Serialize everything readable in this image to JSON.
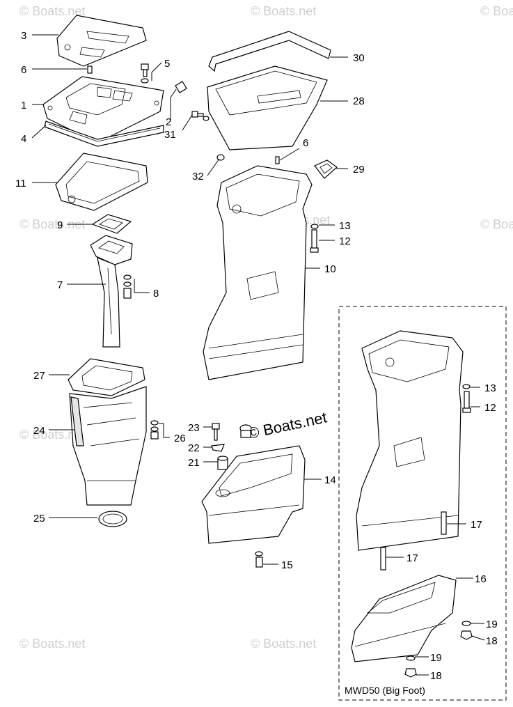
{
  "watermark": {
    "text": "© Boats.net",
    "center_text": "© Boats.net"
  },
  "callouts": {
    "c1": "1",
    "c2": "2",
    "c3": "3",
    "c4": "4",
    "c5": "5",
    "c6a": "6",
    "c6b": "6",
    "c7": "7",
    "c8": "8",
    "c9": "9",
    "c10": "10",
    "c11": "11",
    "c12a": "12",
    "c12b": "12",
    "c13a": "13",
    "c13b": "13",
    "c14": "14",
    "c15": "15",
    "c16": "16",
    "c17a": "17",
    "c17b": "17",
    "c18a": "18",
    "c18b": "18",
    "c19a": "19",
    "c19b": "19",
    "c21": "21",
    "c22": "22",
    "c23": "23",
    "c24": "24",
    "c25": "25",
    "c26": "26",
    "c27": "27",
    "c28": "28",
    "c29": "29",
    "c30": "30",
    "c31": "31",
    "c32": "32"
  },
  "inset": {
    "caption": "MWD50 (Big Foot)"
  }
}
